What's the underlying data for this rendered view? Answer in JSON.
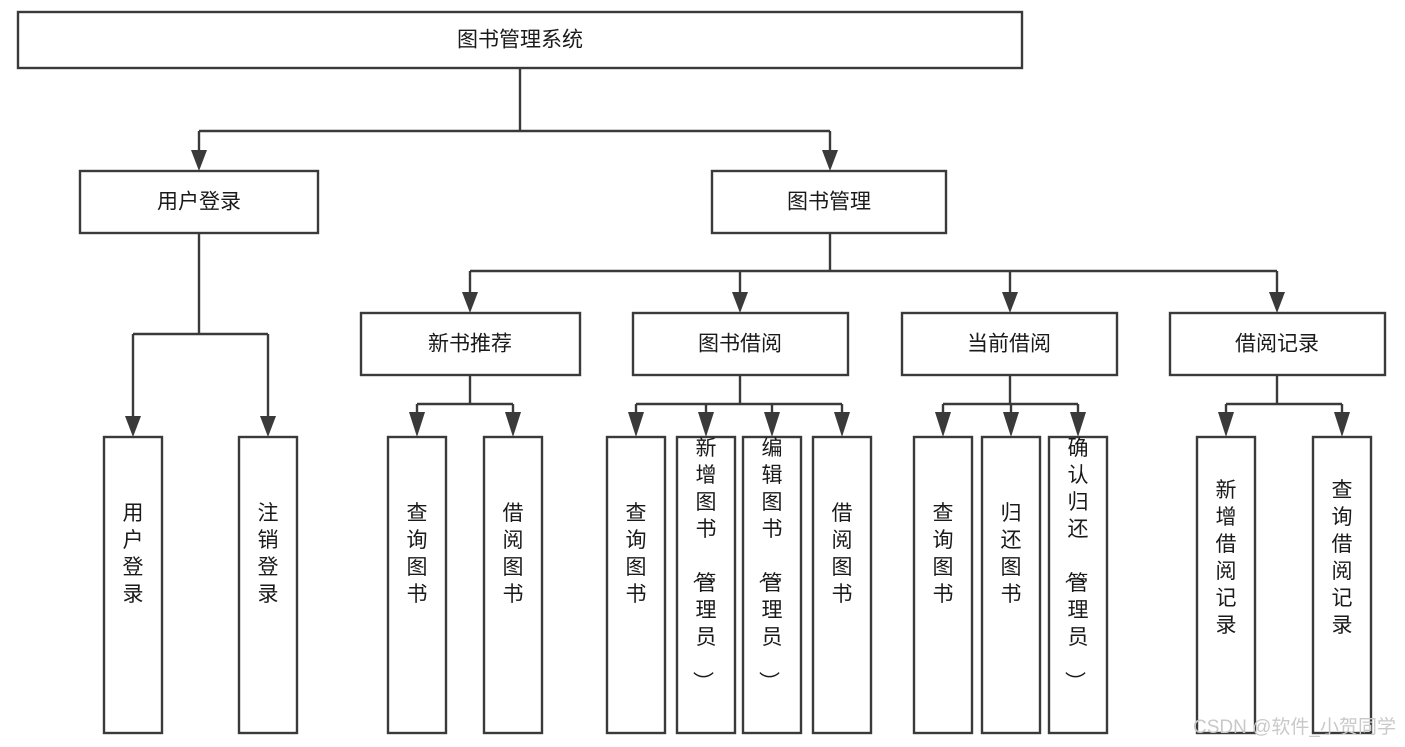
{
  "diagram": {
    "title": "图书管理系统",
    "type": "tree",
    "colors": {
      "stroke": "#3a3a3a",
      "fill": "#ffffff",
      "text": "#1a1a1a",
      "watermark": "#c9c9c9",
      "background": "#ffffff"
    },
    "root": {
      "label": "图书管理系统"
    },
    "level2": [
      {
        "label": "用户登录"
      },
      {
        "label": "图书管理"
      }
    ],
    "level3": [
      {
        "label": "新书推荐"
      },
      {
        "label": "图书借阅"
      },
      {
        "label": "当前借阅"
      },
      {
        "label": "借阅记录"
      }
    ],
    "leaves": {
      "user_login": [
        {
          "label": "用户登录"
        },
        {
          "label": "注销登录"
        }
      ],
      "new_book_recommend": [
        {
          "label": "查询图书"
        },
        {
          "label": "借阅图书"
        }
      ],
      "book_borrow": [
        {
          "label": "查询图书"
        },
        {
          "label": "新增图书（管理员）"
        },
        {
          "label": "编辑图书（管理员）"
        },
        {
          "label": "借阅图书"
        }
      ],
      "current_borrow": [
        {
          "label": "查询图书"
        },
        {
          "label": "归还图书"
        },
        {
          "label": "确认归还（管理员）"
        }
      ],
      "borrow_record": [
        {
          "label": "新增借阅记录"
        },
        {
          "label": "查询借阅记录"
        }
      ]
    },
    "watermark": "CSDN @软件_小贺同学"
  }
}
